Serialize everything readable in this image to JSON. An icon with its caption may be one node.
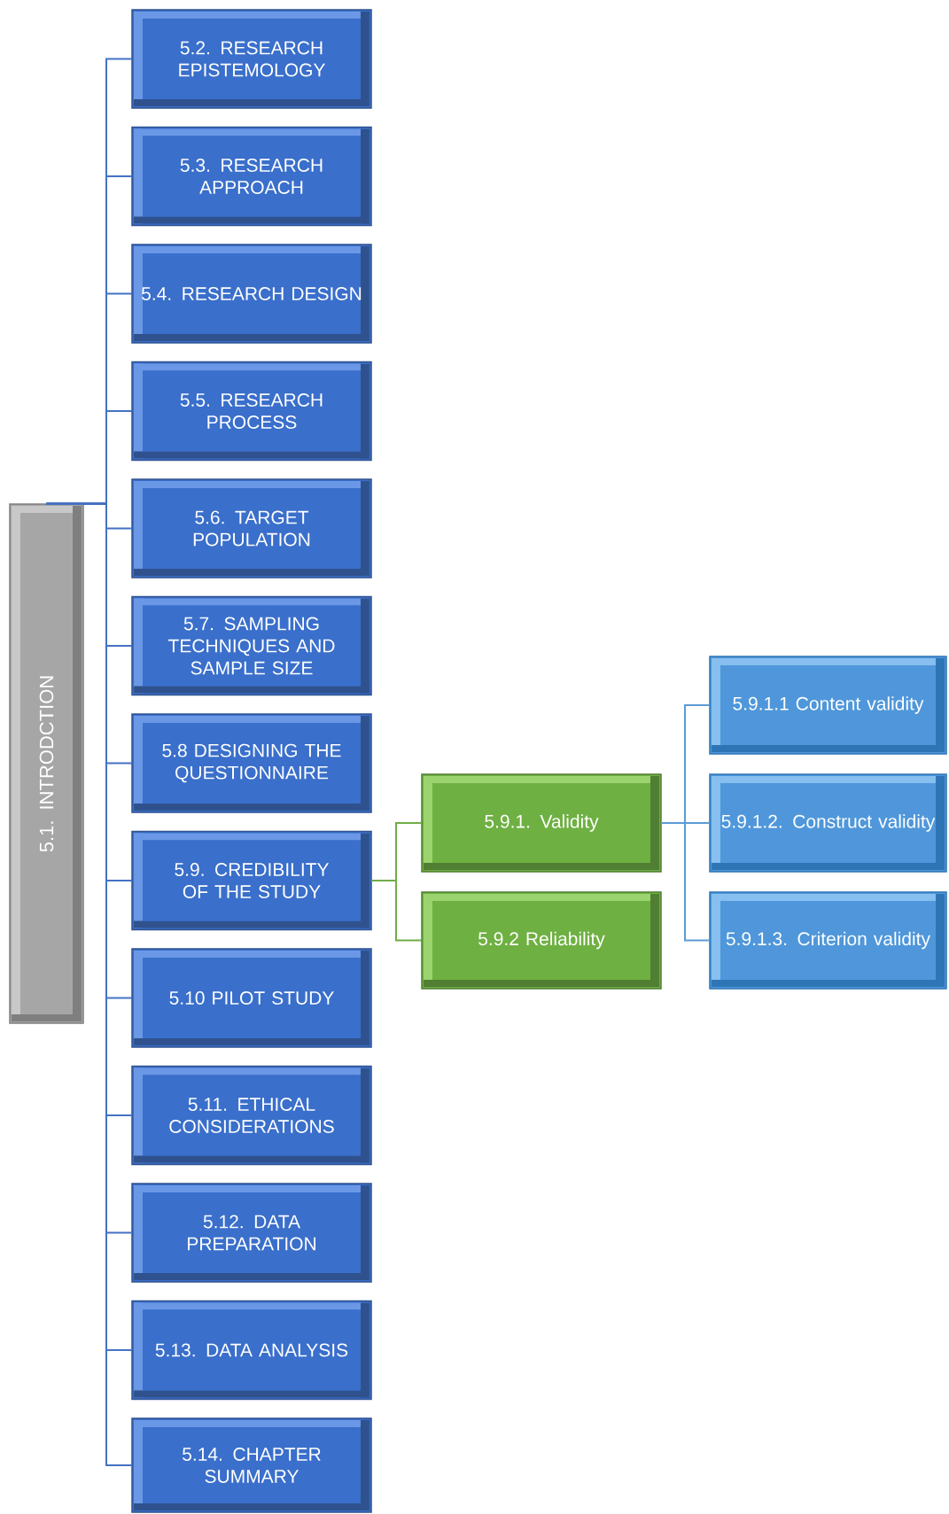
{
  "diagram": {
    "nodes": [
      {
        "text": [
          "5.1. INTRODCTION"
        ]
      },
      {
        "text": [
          "5.2. RESEARCH EPISTEMOLOGY"
        ]
      },
      {
        "text": [
          "5.3. RESEARCH APPROACH"
        ]
      },
      {
        "text": [
          "5.4. RESEARCH DESIGN"
        ]
      },
      {
        "text": [
          "5.5. RESEARCH PROCESS"
        ]
      },
      {
        "text": [
          "5.6. TARGET POPULATION"
        ]
      },
      {
        "text": [
          "5.7. SAMPLING TECHNIQUES AND SAMPLE SIZE"
        ]
      },
      {
        "text": [
          "5.8 DESIGNING THE QUESTIONNAIRE"
        ]
      },
      {
        "text": [
          "5.9. CREDIBILITY OF THE STUDY"
        ]
      },
      {
        "text": [
          "5.10 PILOT STUDY"
        ]
      },
      {
        "text": [
          "5.11. ETHICAL CONSIDERATIONS"
        ]
      },
      {
        "text": [
          "5.12. DATA PREPARATION"
        ]
      },
      {
        "text": [
          "5.13. DATA ANALYSIS"
        ]
      },
      {
        "text": [
          "5.14. CHAPTER SUMMARY"
        ]
      },
      {
        "text": [
          "5.9.1. Validity"
        ]
      },
      {
        "text": [
          "5.9.2 Reliability"
        ]
      },
      {
        "text": [
          "5.9.1.1 Content validity"
        ]
      },
      {
        "text": [
          "5.9.1.2. Construct validity"
        ]
      },
      {
        "text": [
          "5.9.1.3. Criterion validity"
        ]
      }
    ],
    "edges": [
      {
        "from": 0,
        "to": 1,
        "arrow": "none"
      },
      {
        "from": 0,
        "to": 2,
        "arrow": "none"
      },
      {
        "from": 0,
        "to": 3,
        "arrow": "none"
      },
      {
        "from": 0,
        "to": 4,
        "arrow": "none"
      },
      {
        "from": 0,
        "to": 5,
        "arrow": "none"
      },
      {
        "from": 0,
        "to": 6,
        "arrow": "none"
      },
      {
        "from": 0,
        "to": 7,
        "arrow": "none"
      },
      {
        "from": 0,
        "to": 8,
        "arrow": "none"
      },
      {
        "from": 0,
        "to": 9,
        "arrow": "none"
      },
      {
        "from": 0,
        "to": 10,
        "arrow": "none"
      },
      {
        "from": 0,
        "to": 11,
        "arrow": "none"
      },
      {
        "from": 0,
        "to": 12,
        "arrow": "none"
      },
      {
        "from": 0,
        "to": 13,
        "arrow": "none"
      },
      {
        "from": 8,
        "to": 14,
        "arrow": "none",
        "color": "#70ad47"
      },
      {
        "from": 8,
        "to": 15,
        "arrow": "none",
        "color": "#70ad47"
      },
      {
        "from": 14,
        "to": 16,
        "arrow": "none",
        "color": "#5b9bd5"
      },
      {
        "from": 14,
        "to": 17,
        "arrow": "none",
        "color": "#5b9bd5"
      },
      {
        "from": 14,
        "to": 18,
        "arrow": "none",
        "color": "#5b9bd5"
      }
    ]
  }
}
